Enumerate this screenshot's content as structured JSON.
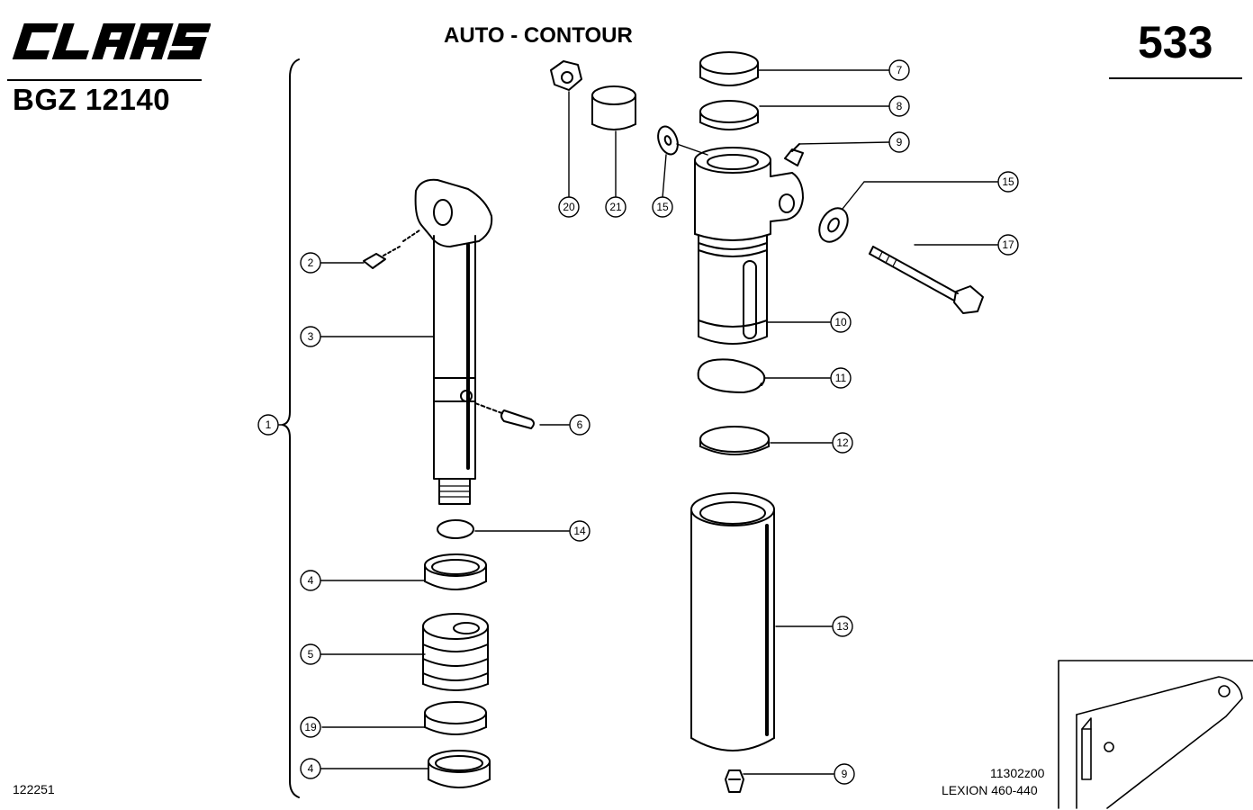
{
  "header": {
    "brand": "CLAAS",
    "doc_number": "BGZ 12140",
    "title": "AUTO - CONTOUR",
    "page_number": "533"
  },
  "footer": {
    "left_ref": "122251",
    "drawing_ref": "11302z00",
    "model": "LEXION 460-440"
  },
  "callouts": [
    {
      "id": "c1",
      "label": "1"
    },
    {
      "id": "c2",
      "label": "2"
    },
    {
      "id": "c3",
      "label": "3"
    },
    {
      "id": "c4a",
      "label": "4"
    },
    {
      "id": "c4b",
      "label": "4"
    },
    {
      "id": "c5",
      "label": "5"
    },
    {
      "id": "c6",
      "label": "6"
    },
    {
      "id": "c7",
      "label": "7"
    },
    {
      "id": "c8",
      "label": "8"
    },
    {
      "id": "c9a",
      "label": "9"
    },
    {
      "id": "c9b",
      "label": "9"
    },
    {
      "id": "c10",
      "label": "10"
    },
    {
      "id": "c11",
      "label": "11"
    },
    {
      "id": "c12",
      "label": "12"
    },
    {
      "id": "c13",
      "label": "13"
    },
    {
      "id": "c14",
      "label": "14"
    },
    {
      "id": "c15a",
      "label": "15"
    },
    {
      "id": "c15b",
      "label": "15"
    },
    {
      "id": "c17",
      "label": "17"
    },
    {
      "id": "c19",
      "label": "19"
    },
    {
      "id": "c20",
      "label": "20"
    },
    {
      "id": "c21",
      "label": "21"
    }
  ]
}
